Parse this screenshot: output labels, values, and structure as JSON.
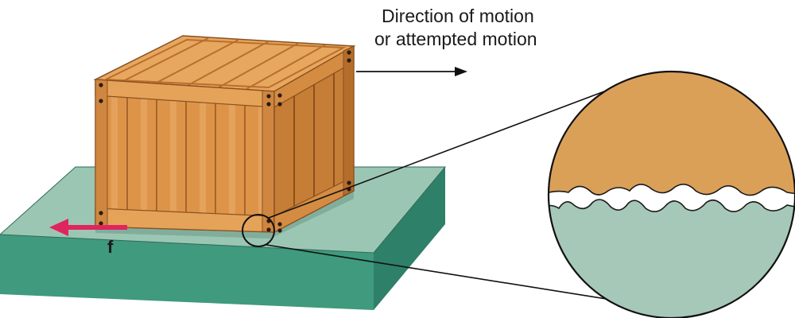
{
  "diagram": {
    "motion_label_line1": "Direction of motion",
    "motion_label_line2": "or attempted motion",
    "force_label": "f"
  },
  "colors": {
    "floor_top": "#9cc6b4",
    "floor_front": "#3f9a7e",
    "floor_side": "#2f8068",
    "crate_light": "#e8a75e",
    "crate_mid": "#d99048",
    "crate_dark": "#b86f2e",
    "crate_shadow": "#9b5a24",
    "arrow_red": "#e0245e",
    "bolt": "#2a1a10",
    "zoom_top": "#dba058",
    "zoom_bottom": "#a6c8b8"
  }
}
